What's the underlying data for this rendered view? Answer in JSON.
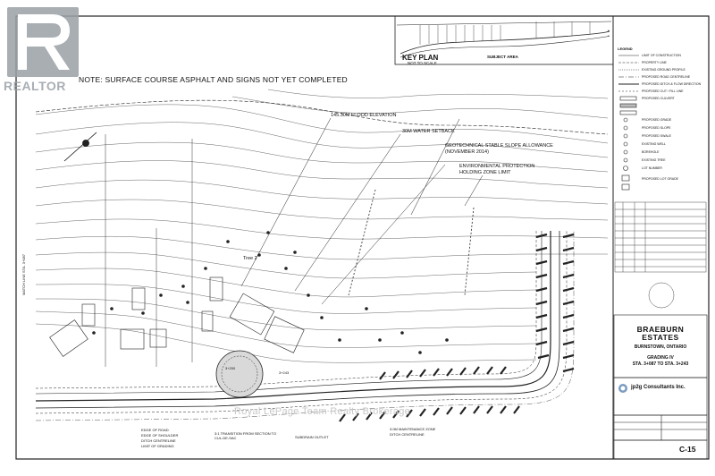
{
  "watermark_brand": "REALTOR",
  "note": "NOTE: SURFACE COURSE ASPHALT AND SIGNS NOT YET COMPLETED",
  "callouts": {
    "flood": "145.30m FLOOD ELEVATION",
    "setback": "30m WATER SETBACK",
    "geo1": "GEOTECHNICAL STABLE SLOPE ALLOWANCE",
    "geo2": "(NOVEMBER 2014)",
    "env1": "ENVIRONMENTAL PROTECTION",
    "env2": "HOLDING ZONE LIMIT",
    "tree": "Tree 2"
  },
  "keyplan": {
    "title": "KEY PLAN",
    "scale": "NOT TO SCALE",
    "area": "SUBJECT AREA"
  },
  "legend": {
    "title": "LEGEND",
    "items": [
      "LIMIT OF CONSTRUCTION",
      "PROPERTY LINE",
      "EXISTING GROUND PROFILE",
      "PROPOSED ROAD CENTRELINE",
      "PROPOSED DITCH & FLOW DIRECTION",
      "PROPOSED CUT / FILL LINE",
      "PROPOSED CULVERT",
      "PROPOSED GRADE",
      "PROPOSED SLOPE",
      "PROPOSED SWALE",
      "EXISTING WELL",
      "BOREHOLE",
      "EXISTING TREE",
      "LOT NUMBER",
      "PROPOSED LOT GRADE"
    ]
  },
  "title_block": {
    "project": "BRAEBURN",
    "project2": "ESTATES",
    "location": "BURNSTOWN, ONTARIO",
    "drawing": "GRADING IV",
    "station": "STA. 3+087 TO STA. 3+243",
    "consultant": "jp2g Consultants Inc.",
    "sheet": "C-15"
  },
  "road_labels": {
    "match": "MATCH LINE STA. 3+087",
    "sta": "3+200",
    "sta2": "3+243",
    "edge_road": "EDGE OF ROAD",
    "edge_shoulder": "EDGE OF SHOULDER",
    "ditch_cl": "DITCH CENTRELINE",
    "limit": "LIMIT OF GRADING",
    "transition": "3:1 TRANSITION FROM SECTION TO CUL-DE-SAC",
    "outlet": "SUBDRAIN OUTLET",
    "maint": "3.0m MAINTENANCE ZONE",
    "ditch2": "DITCH CENTRELINE"
  },
  "watermark_text": "Royal LePage Team Realty Brokerage"
}
